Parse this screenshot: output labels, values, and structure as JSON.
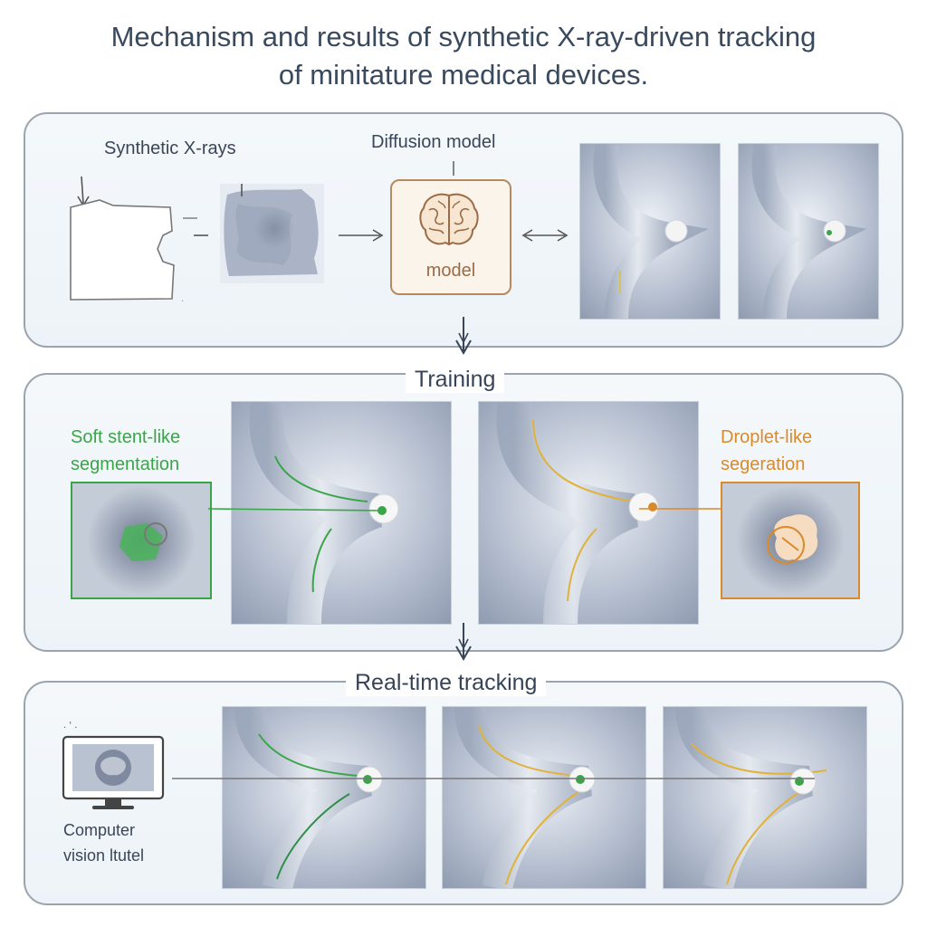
{
  "title": {
    "line1": "Mechanism and results of synthetic X-ray-driven tracking",
    "line2": "of minitature medical devices."
  },
  "panel1": {
    "synthetic_label": "Synthetic X-rays",
    "diffusion_label": "Diffusion model",
    "model_label": "model"
  },
  "stages": {
    "training": "Training",
    "tracking": "Real-time tracking"
  },
  "panel2": {
    "soft_line1": "Soft stent-like",
    "soft_line2": "segmentation",
    "droplet_line1": "Droplet-like",
    "droplet_line2": "segeration"
  },
  "panel3": {
    "computer_line1": "Computer",
    "computer_line2": "vision ltutel"
  },
  "colors": {
    "accent_green": "#3aa548",
    "accent_orange": "#d98a2a",
    "model_border": "#b48a5e",
    "panel_border": "#9aa3ae"
  }
}
